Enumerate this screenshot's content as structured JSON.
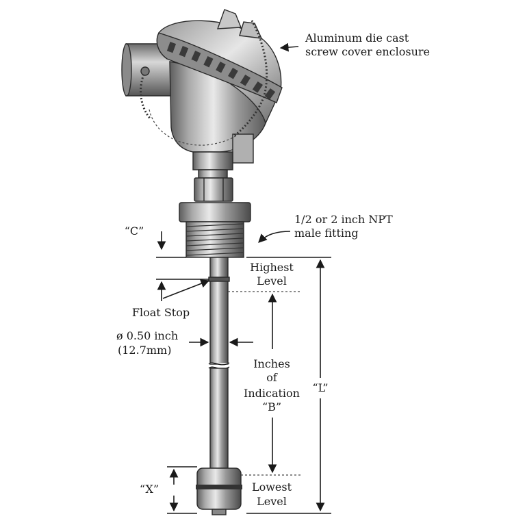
{
  "labels": {
    "enclosure_line1": "Aluminum die cast",
    "enclosure_line2": "screw cover enclosure",
    "fitting_line1": "1/2 or 2 inch NPT",
    "fitting_line2": "male fitting",
    "dim_c": "“C”",
    "highest_line1": "Highest",
    "highest_line2": "Level",
    "float_stop": "Float Stop",
    "diameter_line1": "ø 0.50 inch",
    "diameter_line2": "(12.7mm)",
    "indication_line1": "Inches",
    "indication_line2": "of",
    "indication_line3": "Indication",
    "indication_line4": "“B”",
    "dim_l": "“L”",
    "dim_x": "“X”",
    "lowest_line1": "Lowest",
    "lowest_line2": "Level"
  }
}
